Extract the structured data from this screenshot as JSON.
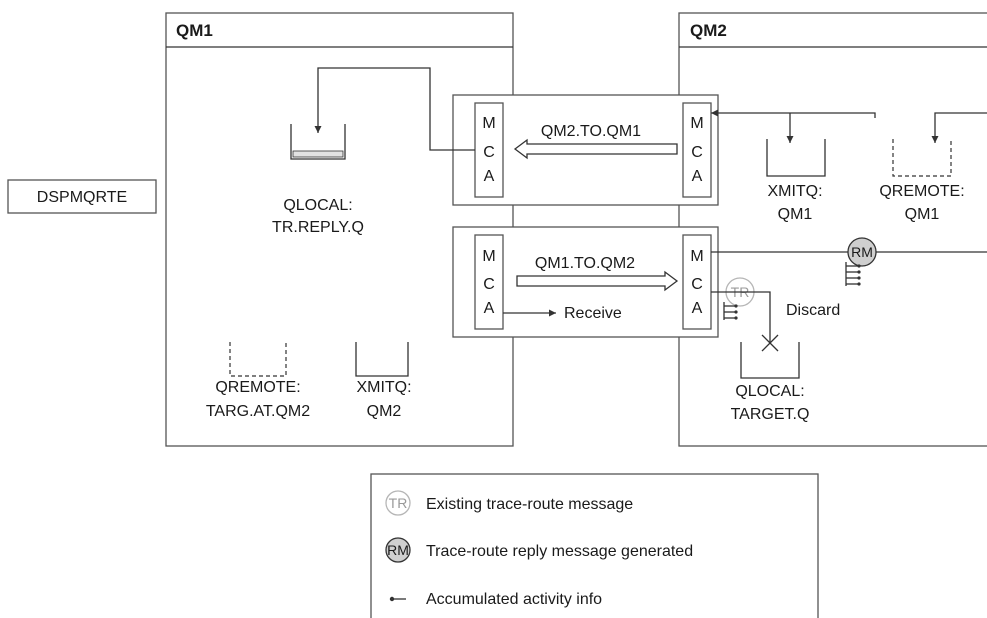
{
  "command": "DSPMQRTE",
  "qm1": {
    "title": "QM1",
    "reply_queue": {
      "type": "QLOCAL:",
      "name": "TR.REPLY.Q"
    },
    "remote_queue": {
      "type": "QREMOTE:",
      "name": "TARG.AT.QM2"
    },
    "xmit_queue": {
      "type": "XMITQ:",
      "name": "QM2"
    }
  },
  "qm2": {
    "title": "QM2",
    "xmit_queue": {
      "type": "XMITQ:",
      "name": "QM1"
    },
    "remote_queue": {
      "type": "QREMOTE:",
      "name": "QM1"
    },
    "target_queue": {
      "type": "QLOCAL:",
      "name": "TARGET.Q"
    }
  },
  "mca_letters": [
    "M",
    "C",
    "A"
  ],
  "channels": {
    "return": {
      "name": "QM2.TO.QM1"
    },
    "forward": {
      "name": "QM1.TO.QM2",
      "receive_label": "Receive",
      "discard_label": "Discard"
    }
  },
  "badges": {
    "tr": "TR",
    "rm": "RM"
  },
  "legend": {
    "items": [
      {
        "badge": "TR",
        "text": "Existing trace-route message"
      },
      {
        "badge": "RM",
        "text": "Trace-route reply message generated"
      },
      {
        "text": "Accumulated activity info"
      }
    ]
  },
  "colors": {
    "line": "#333333",
    "rm_fill": "#cfcfcf",
    "tr_stroke": "#b5b5b5",
    "queue_fill": "#e2e2e2"
  }
}
